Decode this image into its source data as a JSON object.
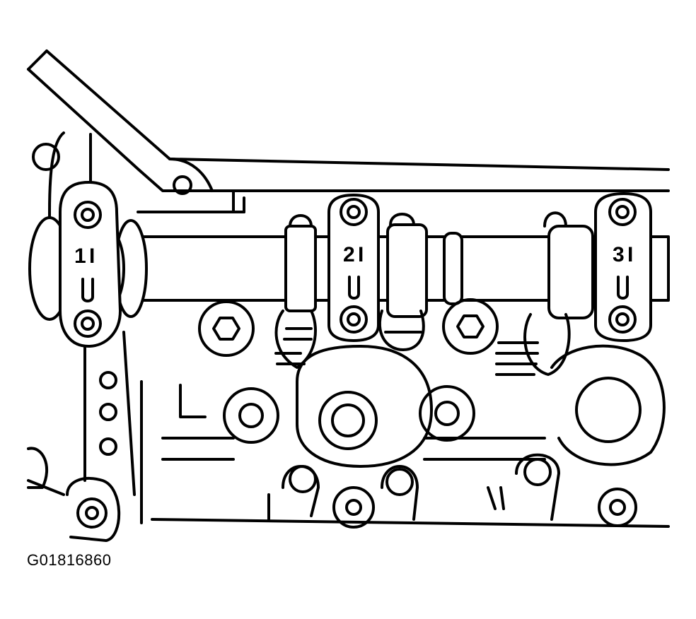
{
  "figure_code": "G01816860",
  "bearing_caps": [
    {
      "number": "1",
      "suffix": "I"
    },
    {
      "number": "2",
      "suffix": "I"
    },
    {
      "number": "3",
      "suffix": "I"
    }
  ]
}
